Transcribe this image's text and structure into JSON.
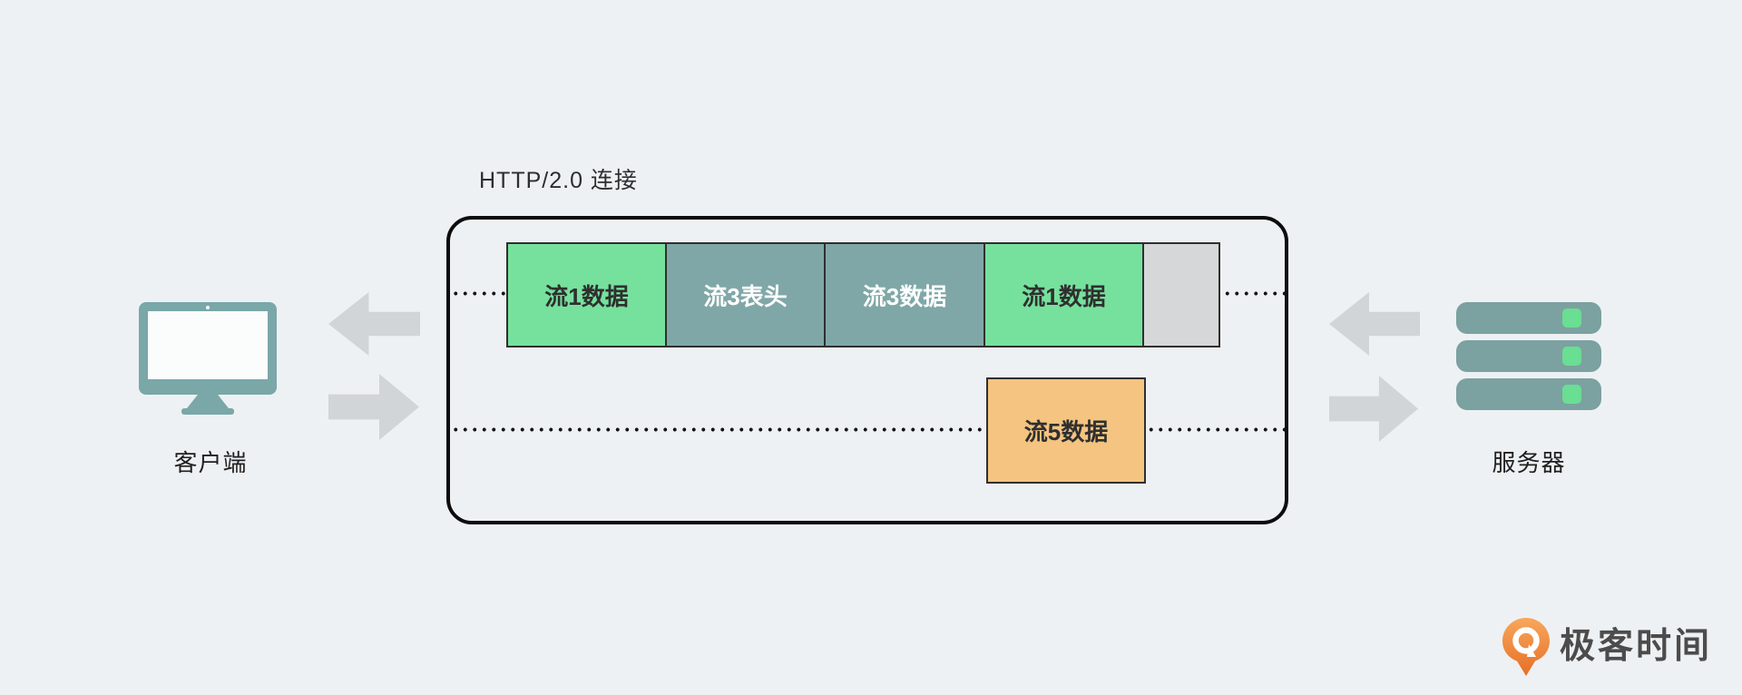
{
  "diagram": {
    "title": "HTTP/2.0 连接",
    "client": {
      "label": "客户端"
    },
    "server": {
      "label": "服务器"
    },
    "connection_frames": [
      {
        "label": "流1数据",
        "type": "green"
      },
      {
        "label": "流3表头",
        "type": "teal"
      },
      {
        "label": "流3数据",
        "type": "teal"
      },
      {
        "label": "流1数据",
        "type": "green"
      },
      {
        "label": "",
        "type": "gray"
      }
    ],
    "stream5_frame": {
      "label": "流5数据",
      "type": "orange"
    },
    "colors": {
      "background": "#eef1f3",
      "box_border": "#0c0c0c",
      "frame_green": "#76e19d",
      "frame_teal": "#80a7a7",
      "frame_gray": "#d5d7d8",
      "frame_orange": "#f4c480",
      "arrow_gray": "#d2d5d7",
      "device_teal": "#7aa7a8",
      "led_green": "#6ade92",
      "logo_orange": "#ee7e30"
    }
  },
  "logo": {
    "text": "极客时间"
  }
}
